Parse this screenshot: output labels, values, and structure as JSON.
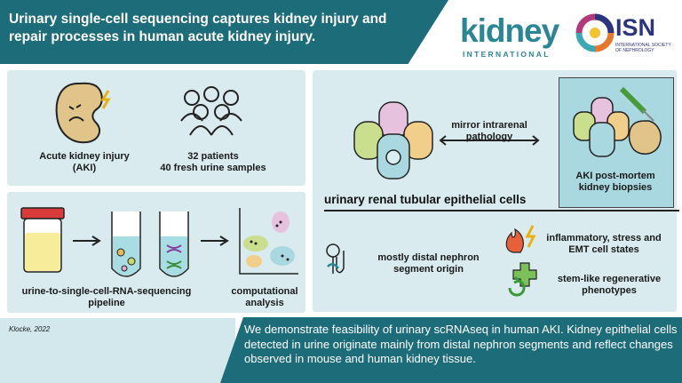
{
  "header": {
    "title": "Urinary single-cell sequencing captures kidney injury and repair processes in human acute kidney injury."
  },
  "logos": {
    "kidney_brand": "kidney",
    "kidney_sub": "INTERNATIONAL",
    "isn_brand": "ISN",
    "isn_sub": "INTERNATIONAL SOCIETY OF NEPHROLOGY"
  },
  "panel_aki": {
    "label": "Acute kidney injury (AKI)",
    "patients": "32 patients",
    "samples": "40 fresh urine samples"
  },
  "panel_pipeline": {
    "label": "urine-to-single-cell-RNA-sequencing pipeline",
    "analysis": "computational analysis"
  },
  "panel_mirror": {
    "center": "mirror intrarenal pathology",
    "biopsy": "AKI post-mortem kidney biopsies"
  },
  "findings": {
    "section_title": "urinary renal tubular epithelial cells",
    "origin": "mostly distal nephron segment origin",
    "states": "inflammatory, stress and EMT cell states",
    "regen": "stem-like regenerative phenotypes"
  },
  "footer": {
    "citation": "Klocke, 2022",
    "summary": "We demonstrate feasibility of urinary scRNAseq in human AKI. Kidney epithelial cells detected in urine originate mainly from distal nephron segments and reflect changes observed in mouse and human kidney tissue."
  },
  "colors": {
    "teal": "#1d6c79",
    "panel_bg": "#d9ebee",
    "kidney_fill": "#e0c48a",
    "brand_teal": "#2a8595",
    "isn_navy": "#2c3480"
  }
}
